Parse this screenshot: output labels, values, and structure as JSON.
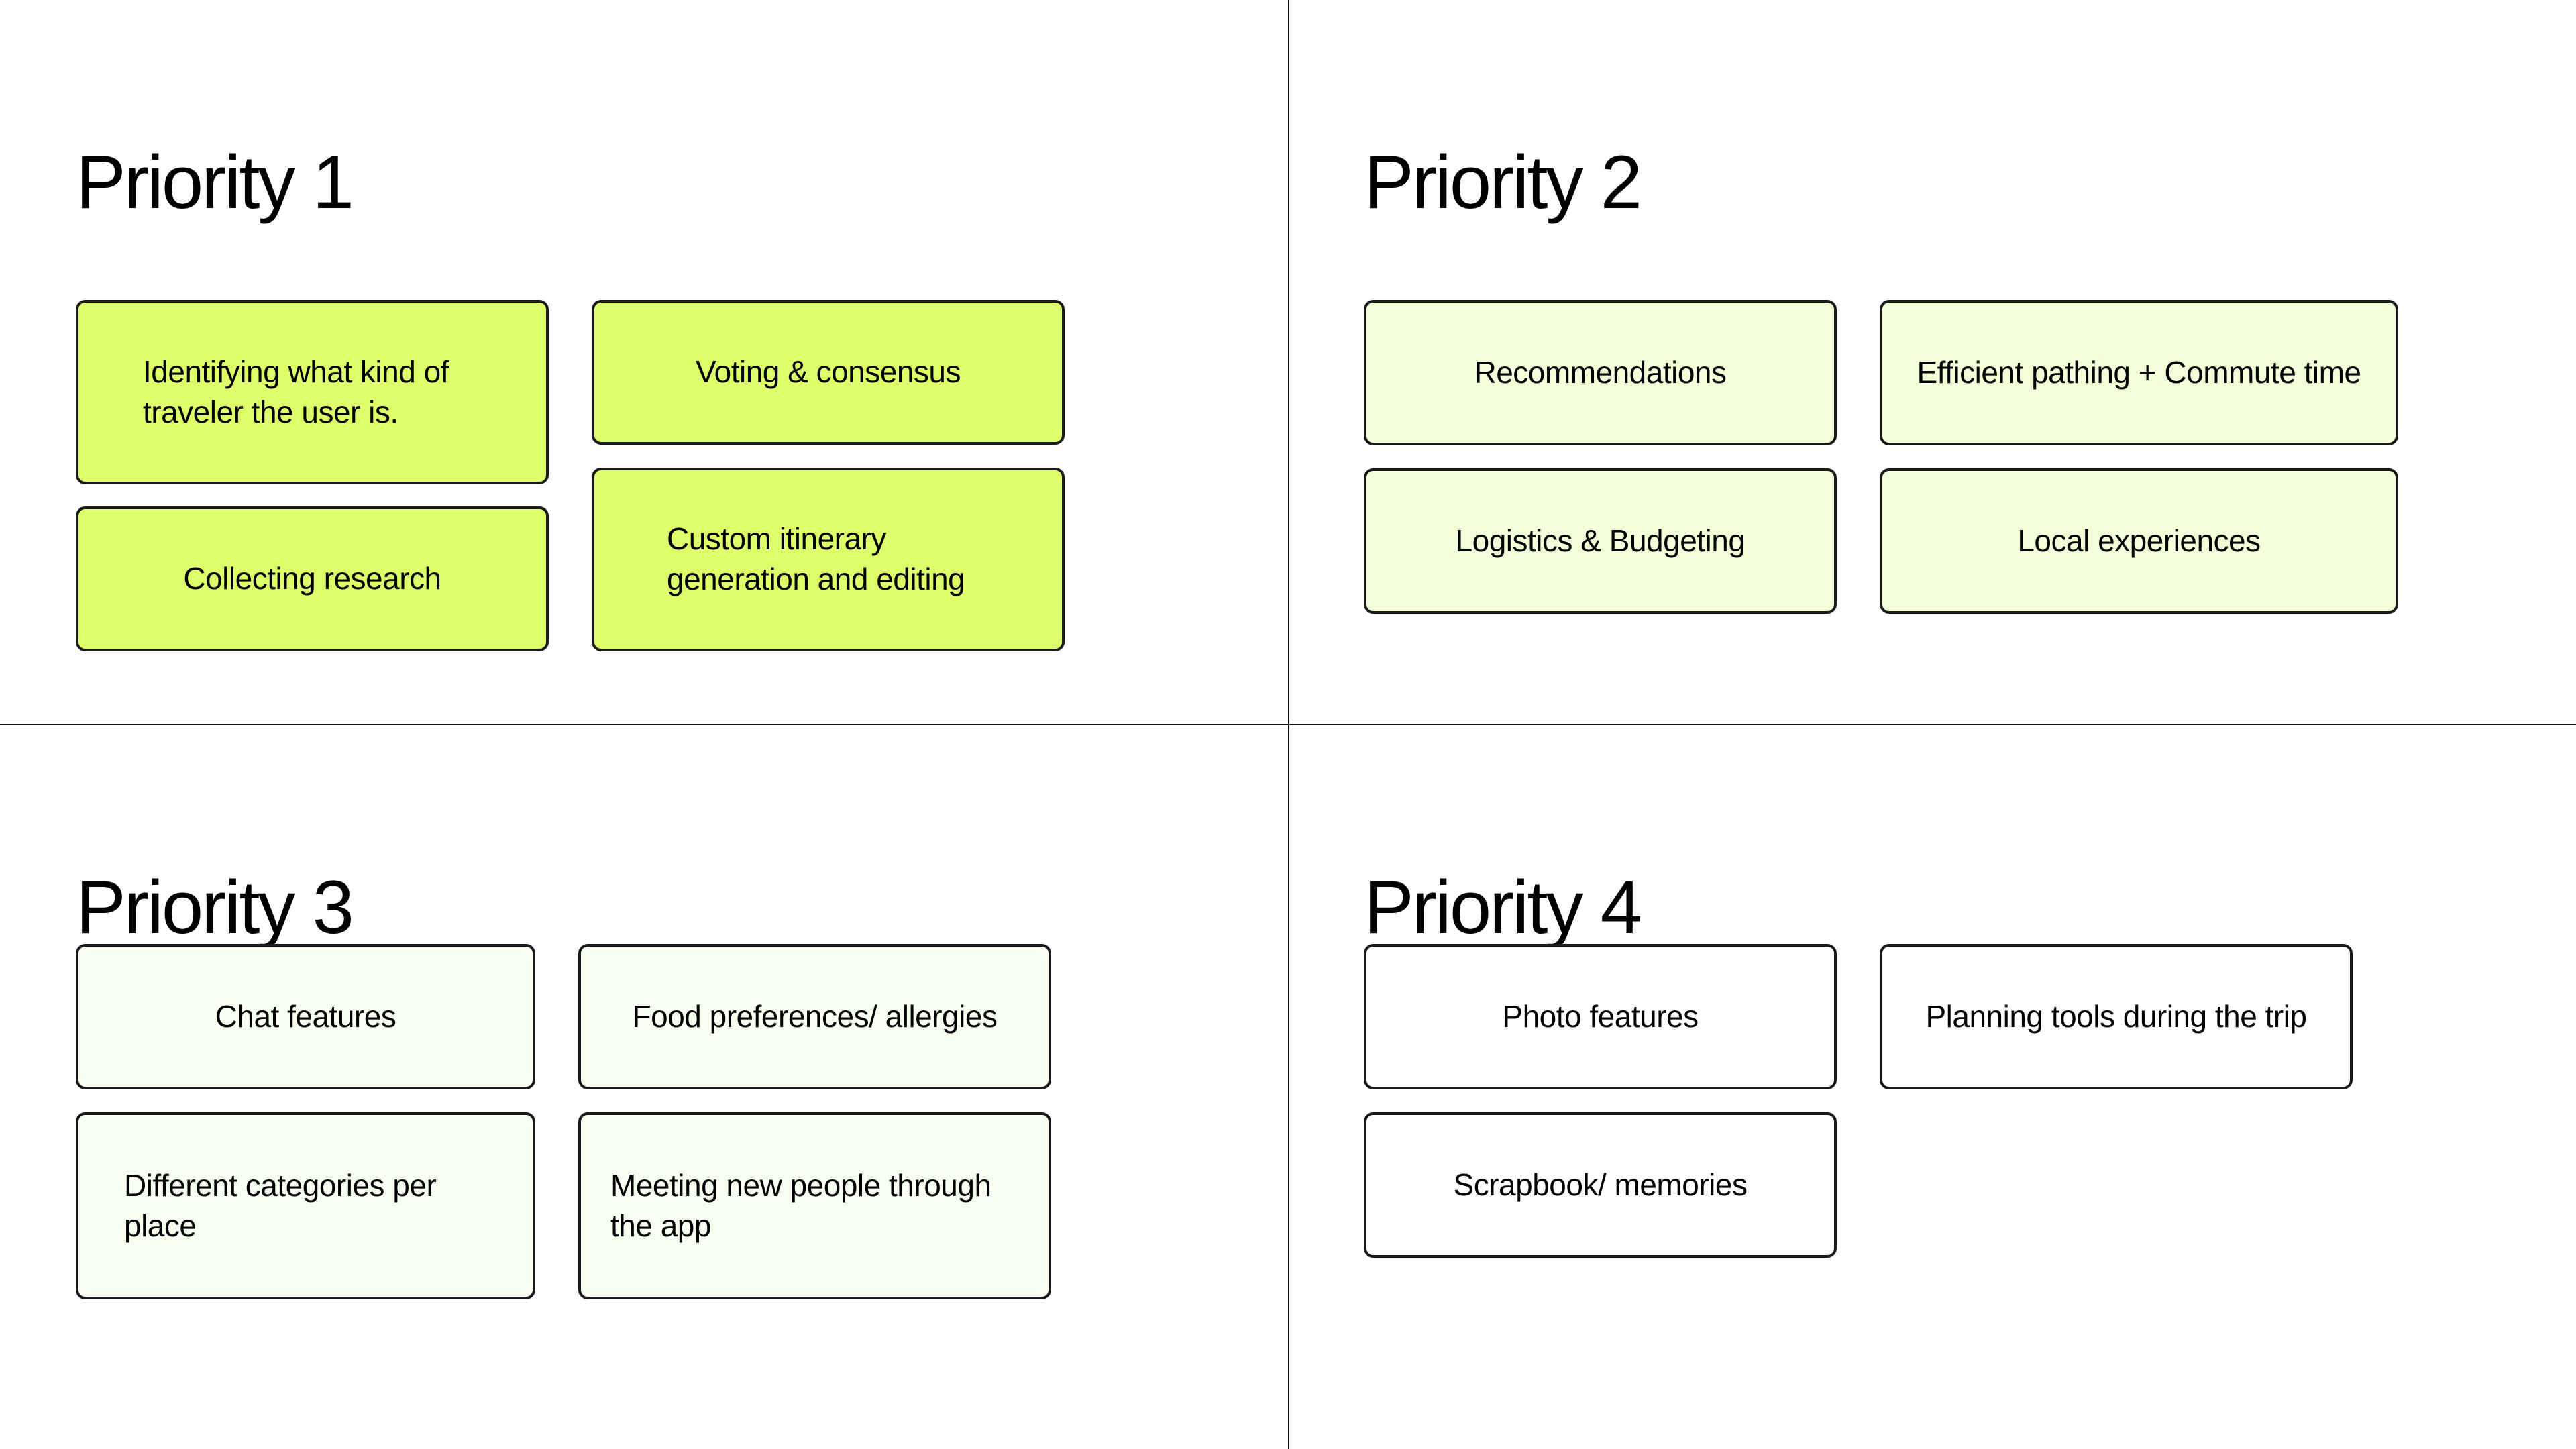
{
  "colors": {
    "priority1_fill": "#ddff6a",
    "priority2_fill": "#f3ffd9",
    "priority3_fill": "#f8fff0",
    "priority4_fill": "#ffffff",
    "border": "#1a1a1a"
  },
  "priorities": [
    {
      "title": "Priority 1",
      "cards": [
        "Identifying what kind of traveler the user is.",
        "Voting & consensus",
        "Collecting research",
        "Custom itinerary generation and editing"
      ]
    },
    {
      "title": "Priority 2",
      "cards": [
        "Recommendations",
        "Efficient pathing + Commute time",
        "Logistics & Budgeting",
        "Local experiences"
      ]
    },
    {
      "title": "Priority 3",
      "cards": [
        "Chat features",
        "Food preferences/ allergies",
        "Different categories per place",
        "Meeting new people through the app"
      ]
    },
    {
      "title": "Priority 4",
      "cards": [
        "Photo features",
        "Planning tools during the trip",
        "Scrapbook/ memories"
      ]
    }
  ]
}
